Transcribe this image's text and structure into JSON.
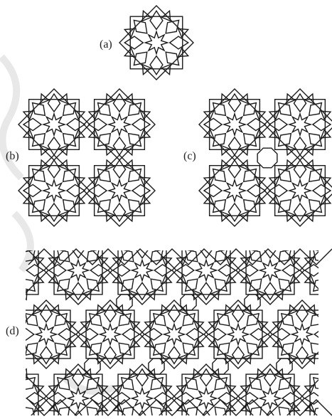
{
  "figure": {
    "panels": [
      {
        "id": "a",
        "label": "(a)"
      },
      {
        "id": "b",
        "label": "(b)"
      },
      {
        "id": "c",
        "label": "(c)"
      },
      {
        "id": "d",
        "label": "(d)"
      }
    ],
    "colors": {
      "line": "#1a1a1a",
      "background": "#ffffff",
      "watermark": "#e8e8e8"
    }
  }
}
